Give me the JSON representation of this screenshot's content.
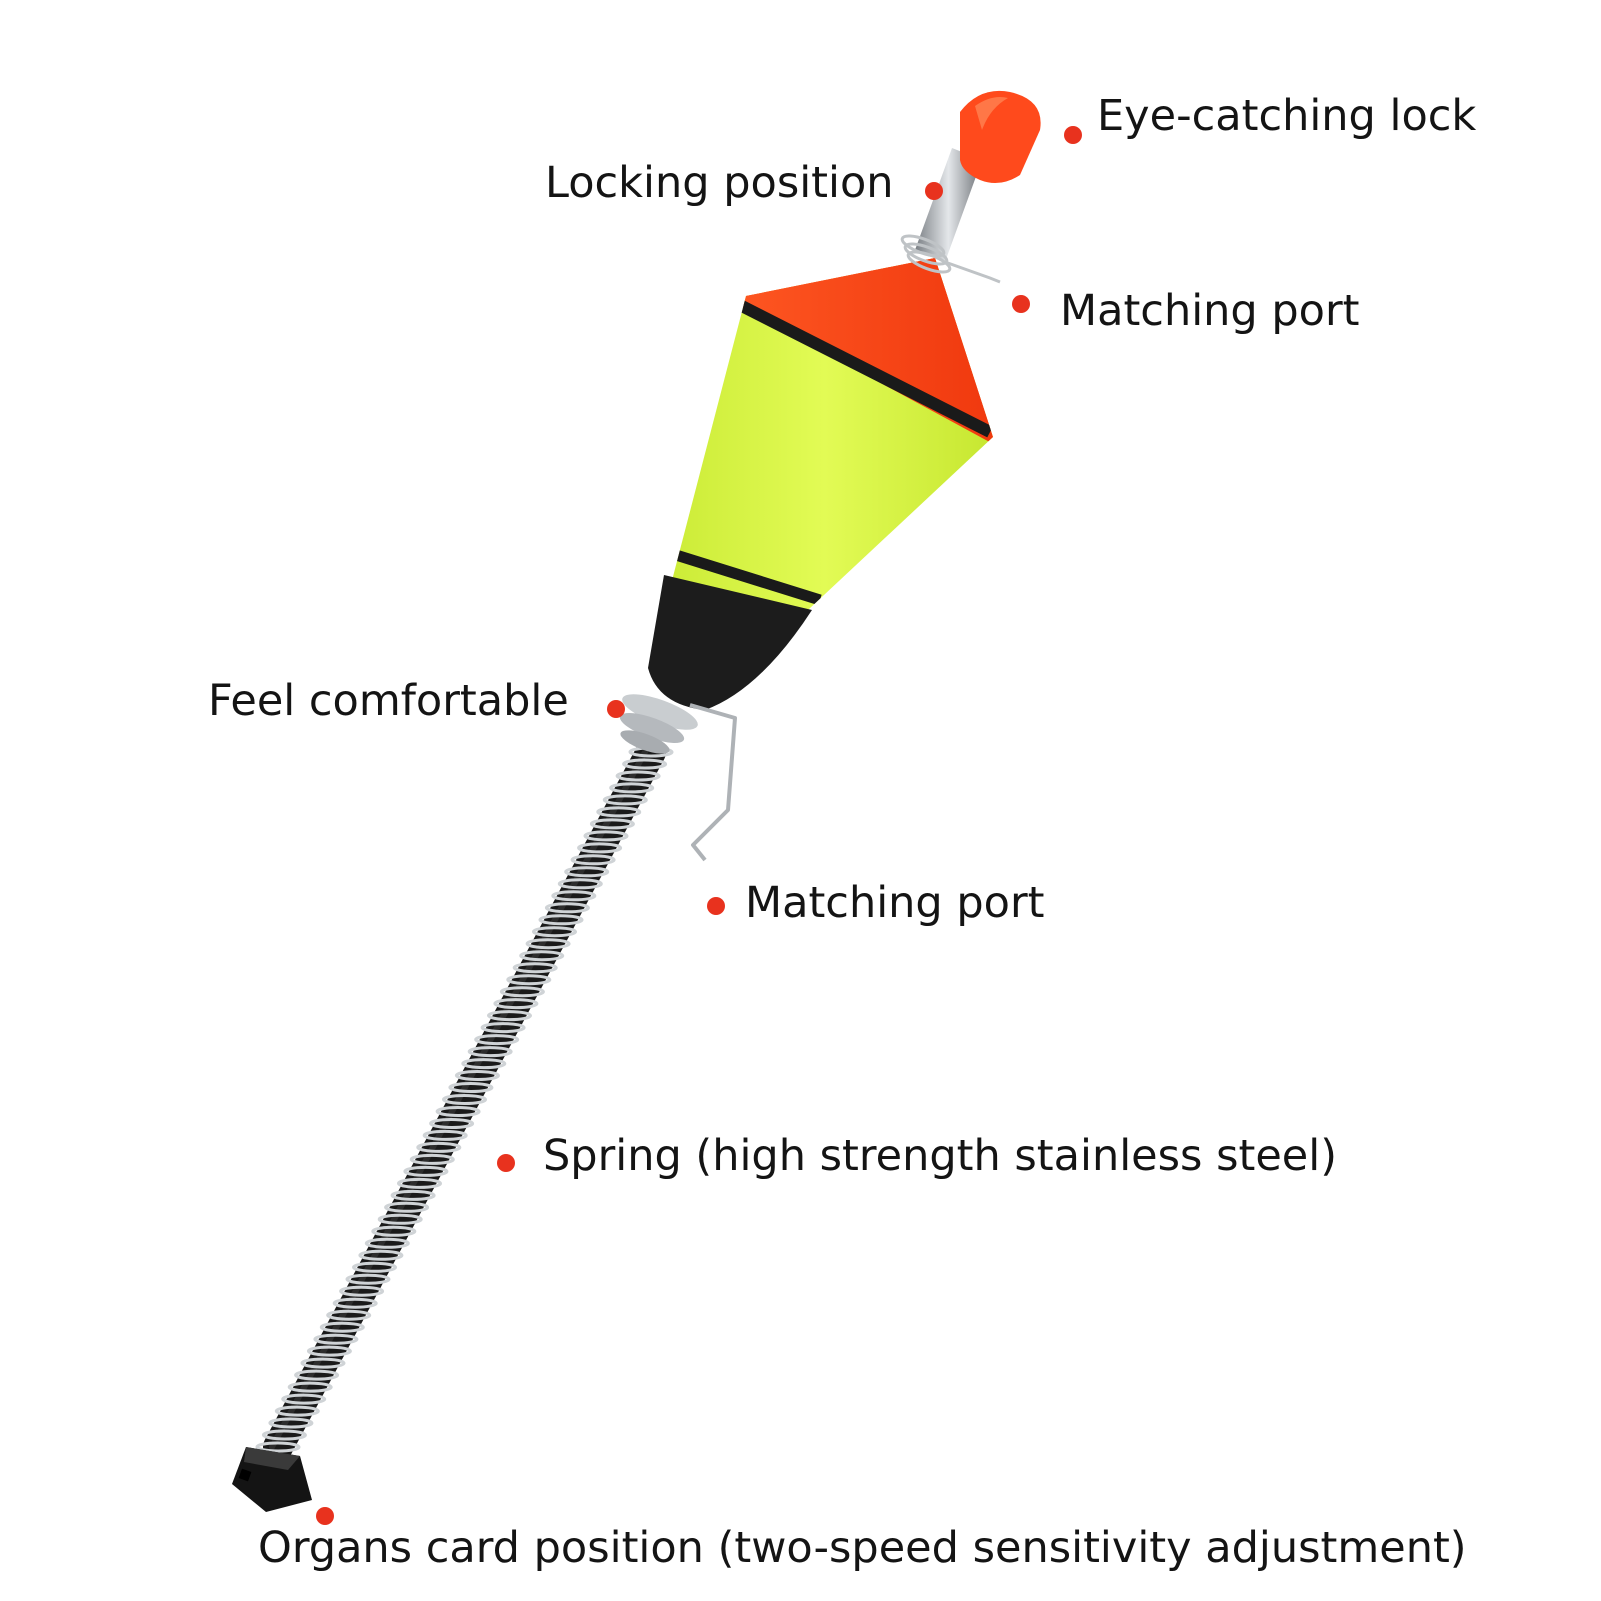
{
  "colors": {
    "background": "#ffffff",
    "text": "#141414",
    "callout_dot": "#e8321e",
    "float_orange": "#ff4a1c",
    "float_green": "#d6f53a",
    "float_black": "#1c1c1c",
    "wire_silver": "#b8bcc0"
  },
  "callouts": {
    "eye_catching_lock": "Eye-catching lock",
    "locking_position": "Locking position",
    "matching_port_top": "Matching port",
    "feel_comfortable": "Feel comfortable",
    "matching_port_bottom": "Matching port",
    "spring": "Spring (high strength stainless steel)",
    "organs_card": "Organs card position (two-speed sensitivity adjustment)"
  }
}
